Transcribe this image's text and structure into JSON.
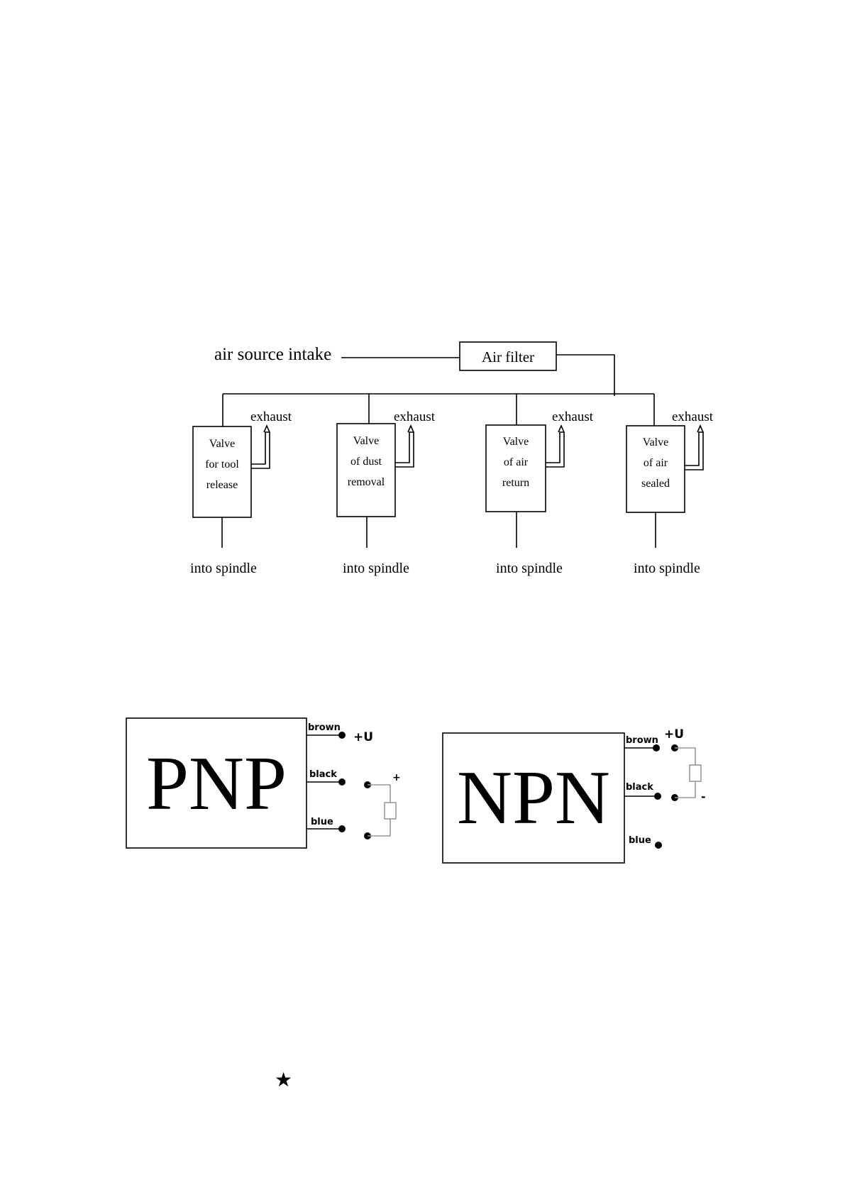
{
  "pneumatic": {
    "intake_label": "air source intake",
    "filter_label": "Air filter",
    "valves": [
      {
        "line1": "Valve",
        "line2": "for tool",
        "line3": "release",
        "exhaust": "exhaust",
        "outlet": "into spindle"
      },
      {
        "line1": "Valve",
        "line2": "of dust",
        "line3": "removal",
        "exhaust": "exhaust",
        "outlet": "into spindle"
      },
      {
        "line1": "Valve",
        "line2": "of air",
        "line3": "return",
        "exhaust": "exhaust",
        "outlet": "into spindle"
      },
      {
        "line1": "Valve",
        "line2": "of air",
        "line3": "sealed",
        "exhaust": "exhaust",
        "outlet": "into spindle"
      }
    ]
  },
  "sensors": {
    "pnp": {
      "title": "PNP",
      "wire_brown": "brown",
      "wire_black": "black",
      "wire_blue": "blue",
      "supply": "+U",
      "load_sign": "+"
    },
    "npn": {
      "title": "NPN",
      "wire_brown": "brown",
      "wire_black": "black",
      "wire_blue": "blue",
      "supply": "+U",
      "load_sign": "-"
    }
  },
  "footer": {
    "star_symbol": "★"
  }
}
